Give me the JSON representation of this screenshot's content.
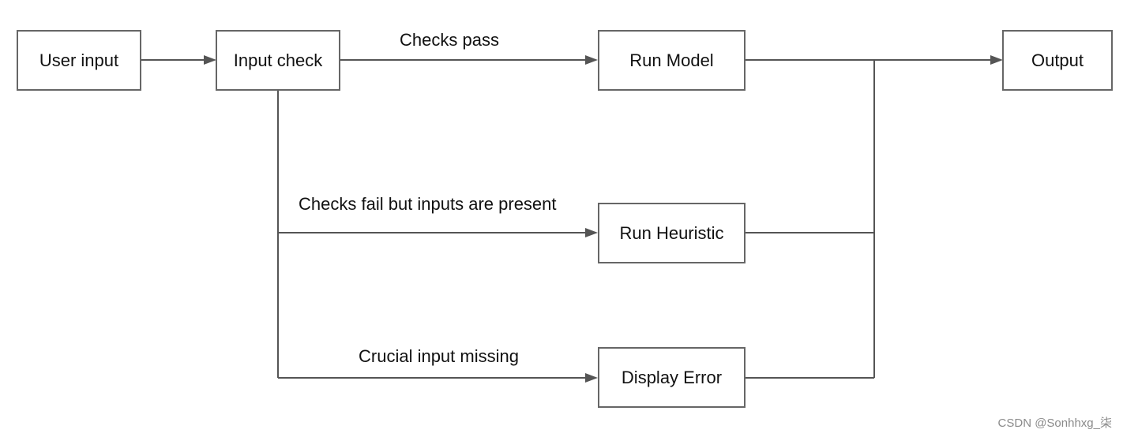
{
  "nodes": {
    "user_input": "User input",
    "input_check": "Input check",
    "run_model": "Run Model",
    "run_heuristic": "Run Heuristic",
    "display_error": "Display Error",
    "output": "Output"
  },
  "edge_labels": {
    "checks_pass": "Checks pass",
    "checks_fail": "Checks fail but inputs are present",
    "crucial_missing": "Crucial input missing"
  },
  "watermark": "CSDN @Sonhhxg_柒",
  "colors": {
    "line": "#555555",
    "box_border": "#666666",
    "text": "#111111"
  }
}
